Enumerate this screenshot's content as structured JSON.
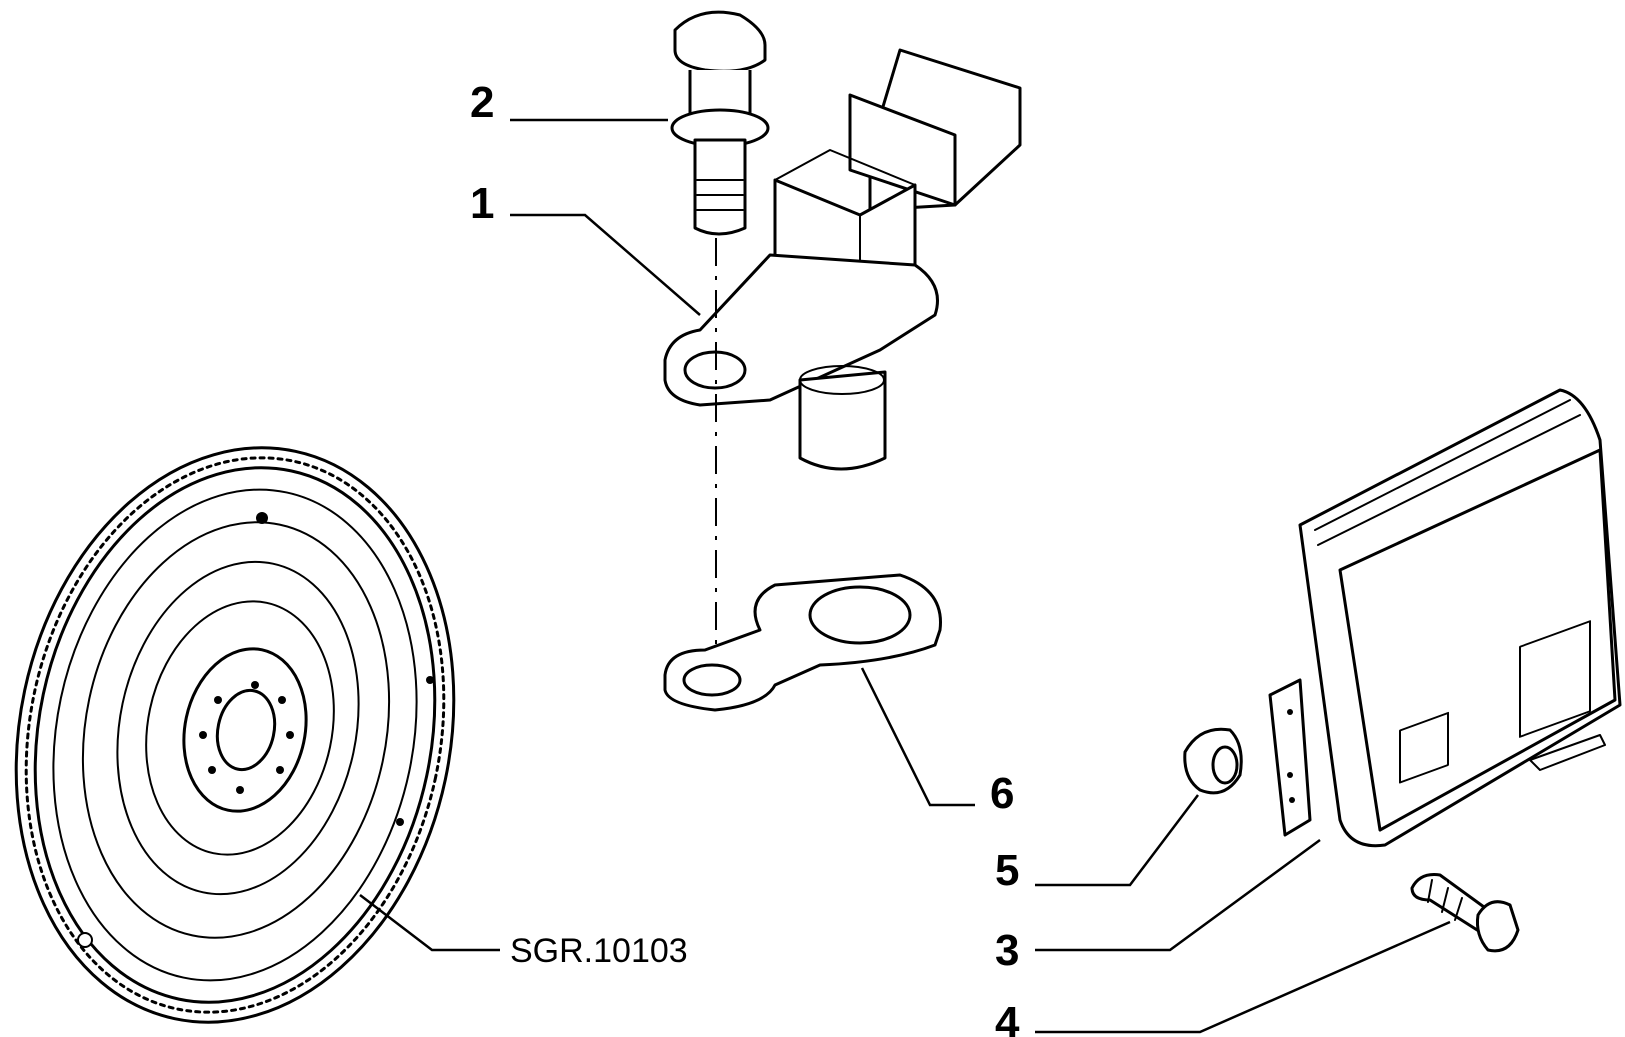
{
  "callouts": [
    {
      "id": "1",
      "label": "1"
    },
    {
      "id": "2",
      "label": "2"
    },
    {
      "id": "3",
      "label": "3"
    },
    {
      "id": "4",
      "label": "4"
    },
    {
      "id": "5",
      "label": "5"
    },
    {
      "id": "6",
      "label": "6"
    }
  ],
  "reference": {
    "label": "SGR.10103"
  }
}
